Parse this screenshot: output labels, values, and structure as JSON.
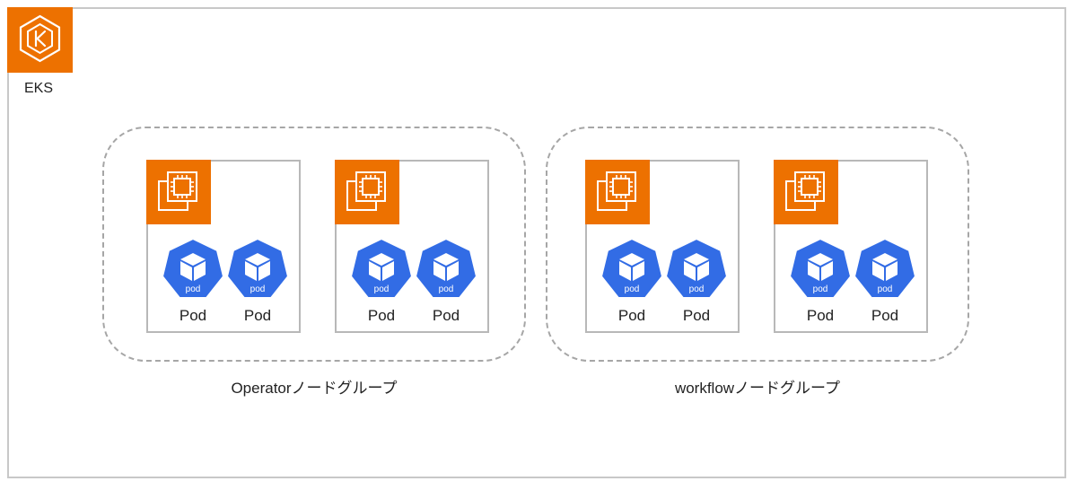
{
  "cluster": {
    "label": "EKS",
    "logo_icon": "eks-icon",
    "colors": {
      "aws_orange": "#ed7100",
      "k8s_blue": "#326ce5"
    }
  },
  "groups": [
    {
      "label": "Operatorノードグループ",
      "nodes": [
        {
          "icon": "ec2-instance-icon",
          "pods": [
            {
              "label": "Pod",
              "icon_text": "pod"
            },
            {
              "label": "Pod",
              "icon_text": "pod"
            }
          ]
        },
        {
          "icon": "ec2-instance-icon",
          "pods": [
            {
              "label": "Pod",
              "icon_text": "pod"
            },
            {
              "label": "Pod",
              "icon_text": "pod"
            }
          ]
        }
      ]
    },
    {
      "label": "workflowノードグループ",
      "nodes": [
        {
          "icon": "ec2-instance-icon",
          "pods": [
            {
              "label": "Pod",
              "icon_text": "pod"
            },
            {
              "label": "Pod",
              "icon_text": "pod"
            }
          ]
        },
        {
          "icon": "ec2-instance-icon",
          "pods": [
            {
              "label": "Pod",
              "icon_text": "pod"
            },
            {
              "label": "Pod",
              "icon_text": "pod"
            }
          ]
        }
      ]
    }
  ]
}
